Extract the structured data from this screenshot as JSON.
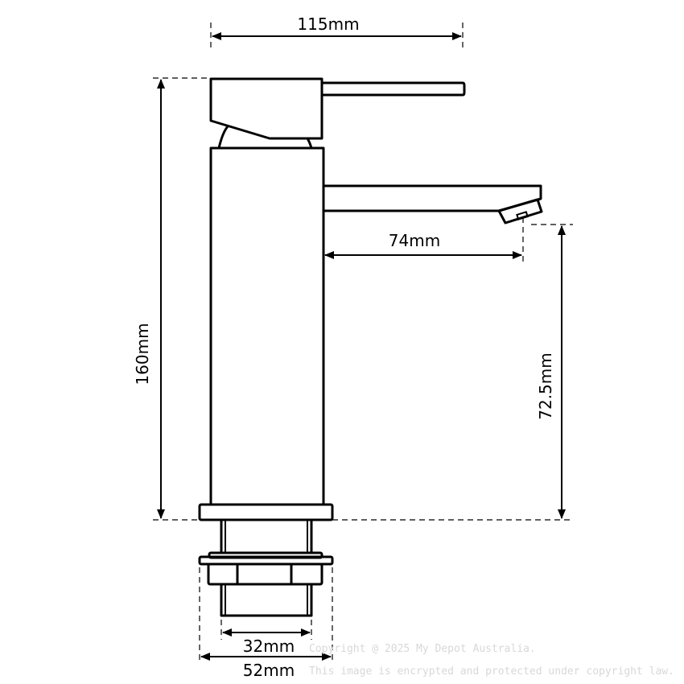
{
  "drawing": {
    "subject": "basin mixer tap side profile",
    "line_color": "#000000",
    "background": "#ffffff"
  },
  "dimensions": {
    "overall_width": "115mm",
    "overall_height": "160mm",
    "spout_reach": "74mm",
    "spout_height": "72.5mm",
    "inner_thread_diameter": "32mm",
    "base_nut_diameter": "52mm"
  },
  "watermark": {
    "line1": "Copyright @ 2025 My Depot Australia.",
    "line2": "This image is encrypted and protected under copyright law.",
    "color": "#d8d8d8"
  }
}
